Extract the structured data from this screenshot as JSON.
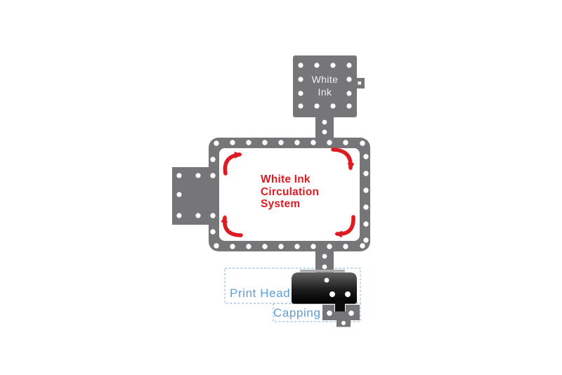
{
  "diagram": {
    "tank": {
      "label": "White\nInk"
    },
    "loop": {
      "label": "White Ink\nCirculation\nSystem"
    },
    "print_head": {
      "label": "Print Head"
    },
    "capping": {
      "label": "Capping"
    },
    "flow_direction": "clockwise",
    "colors": {
      "body_gray": "#767678",
      "accent_red": "#dc1c22",
      "label_blue": "#5f9ed6",
      "dashed_border_blue": "#a5c9ea",
      "bolt_dot_white": "#ffffff",
      "print_head_dark": "#000000"
    }
  }
}
